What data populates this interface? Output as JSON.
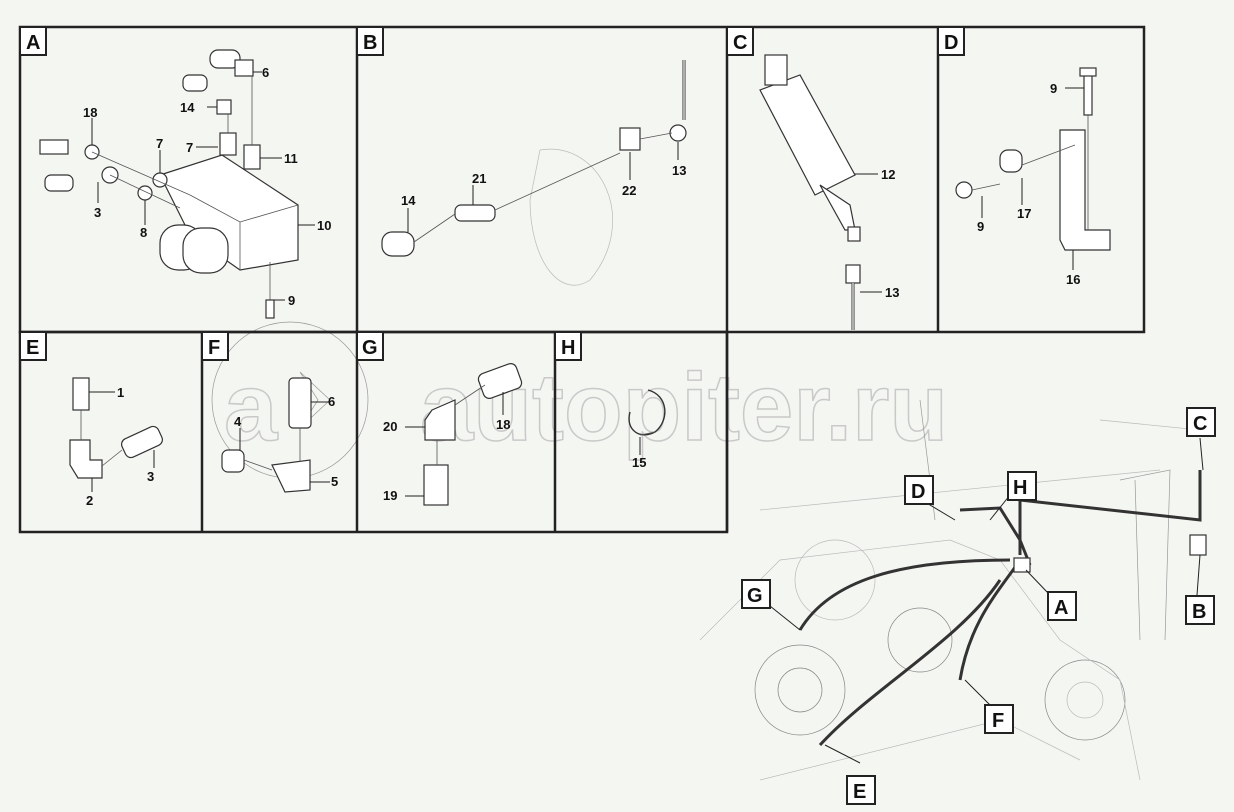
{
  "panels": {
    "A": {
      "tag": "A",
      "callouts": [
        "6",
        "14",
        "18",
        "7",
        "7",
        "11",
        "3",
        "8",
        "10",
        "9"
      ]
    },
    "B": {
      "tag": "B",
      "callouts": [
        "21",
        "14",
        "22",
        "13"
      ]
    },
    "C": {
      "tag": "C",
      "callouts": [
        "12",
        "13"
      ]
    },
    "D": {
      "tag": "D",
      "callouts": [
        "9",
        "9",
        "17",
        "16"
      ]
    },
    "E": {
      "tag": "E",
      "callouts": [
        "1",
        "3",
        "2"
      ]
    },
    "F": {
      "tag": "F",
      "callouts": [
        "6",
        "4",
        "5"
      ]
    },
    "G": {
      "tag": "G",
      "callouts": [
        "18",
        "20",
        "19"
      ]
    },
    "H": {
      "tag": "H",
      "callouts": [
        "15"
      ]
    }
  },
  "overview_tags": [
    "C",
    "D",
    "H",
    "G",
    "A",
    "B",
    "F",
    "E"
  ],
  "watermark": "autopiter.ru"
}
